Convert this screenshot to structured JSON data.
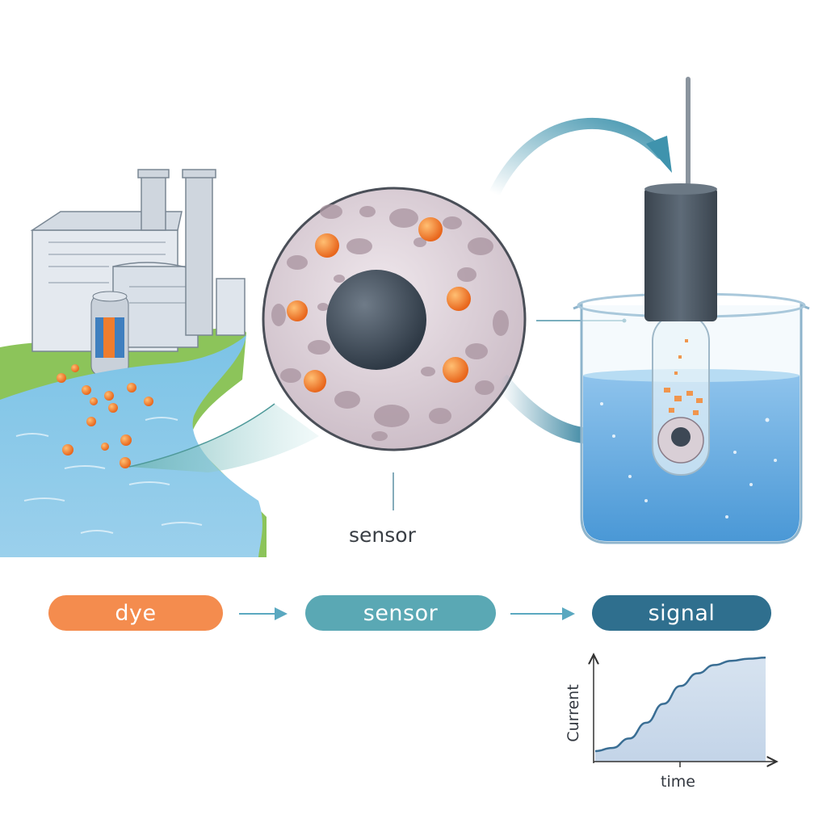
{
  "labels": {
    "sensor_caption": "sensor"
  },
  "flow": {
    "step1": "dye",
    "step2": "sensor",
    "step3": "signal"
  },
  "chart": {
    "ylabel": "Current",
    "xlabel": "time"
  },
  "colors": {
    "dye_orange": "#f48c4e",
    "sensor_teal": "#5aa8b4",
    "signal_blue": "#2f6f8e",
    "water_blue": "#5aa6d8",
    "electrode_gray": "#4a5560",
    "curve_blue": "#3a6e94"
  },
  "chart_data": {
    "type": "area",
    "xlabel": "time",
    "ylabel": "Current",
    "x": [
      0,
      1,
      2,
      3,
      4,
      5,
      6,
      7,
      8,
      9,
      10
    ],
    "y": [
      0.1,
      0.13,
      0.22,
      0.37,
      0.55,
      0.72,
      0.84,
      0.92,
      0.96,
      0.98,
      0.99
    ],
    "xlim": [
      0,
      10
    ],
    "ylim": [
      0,
      1.1
    ],
    "grid": false
  }
}
